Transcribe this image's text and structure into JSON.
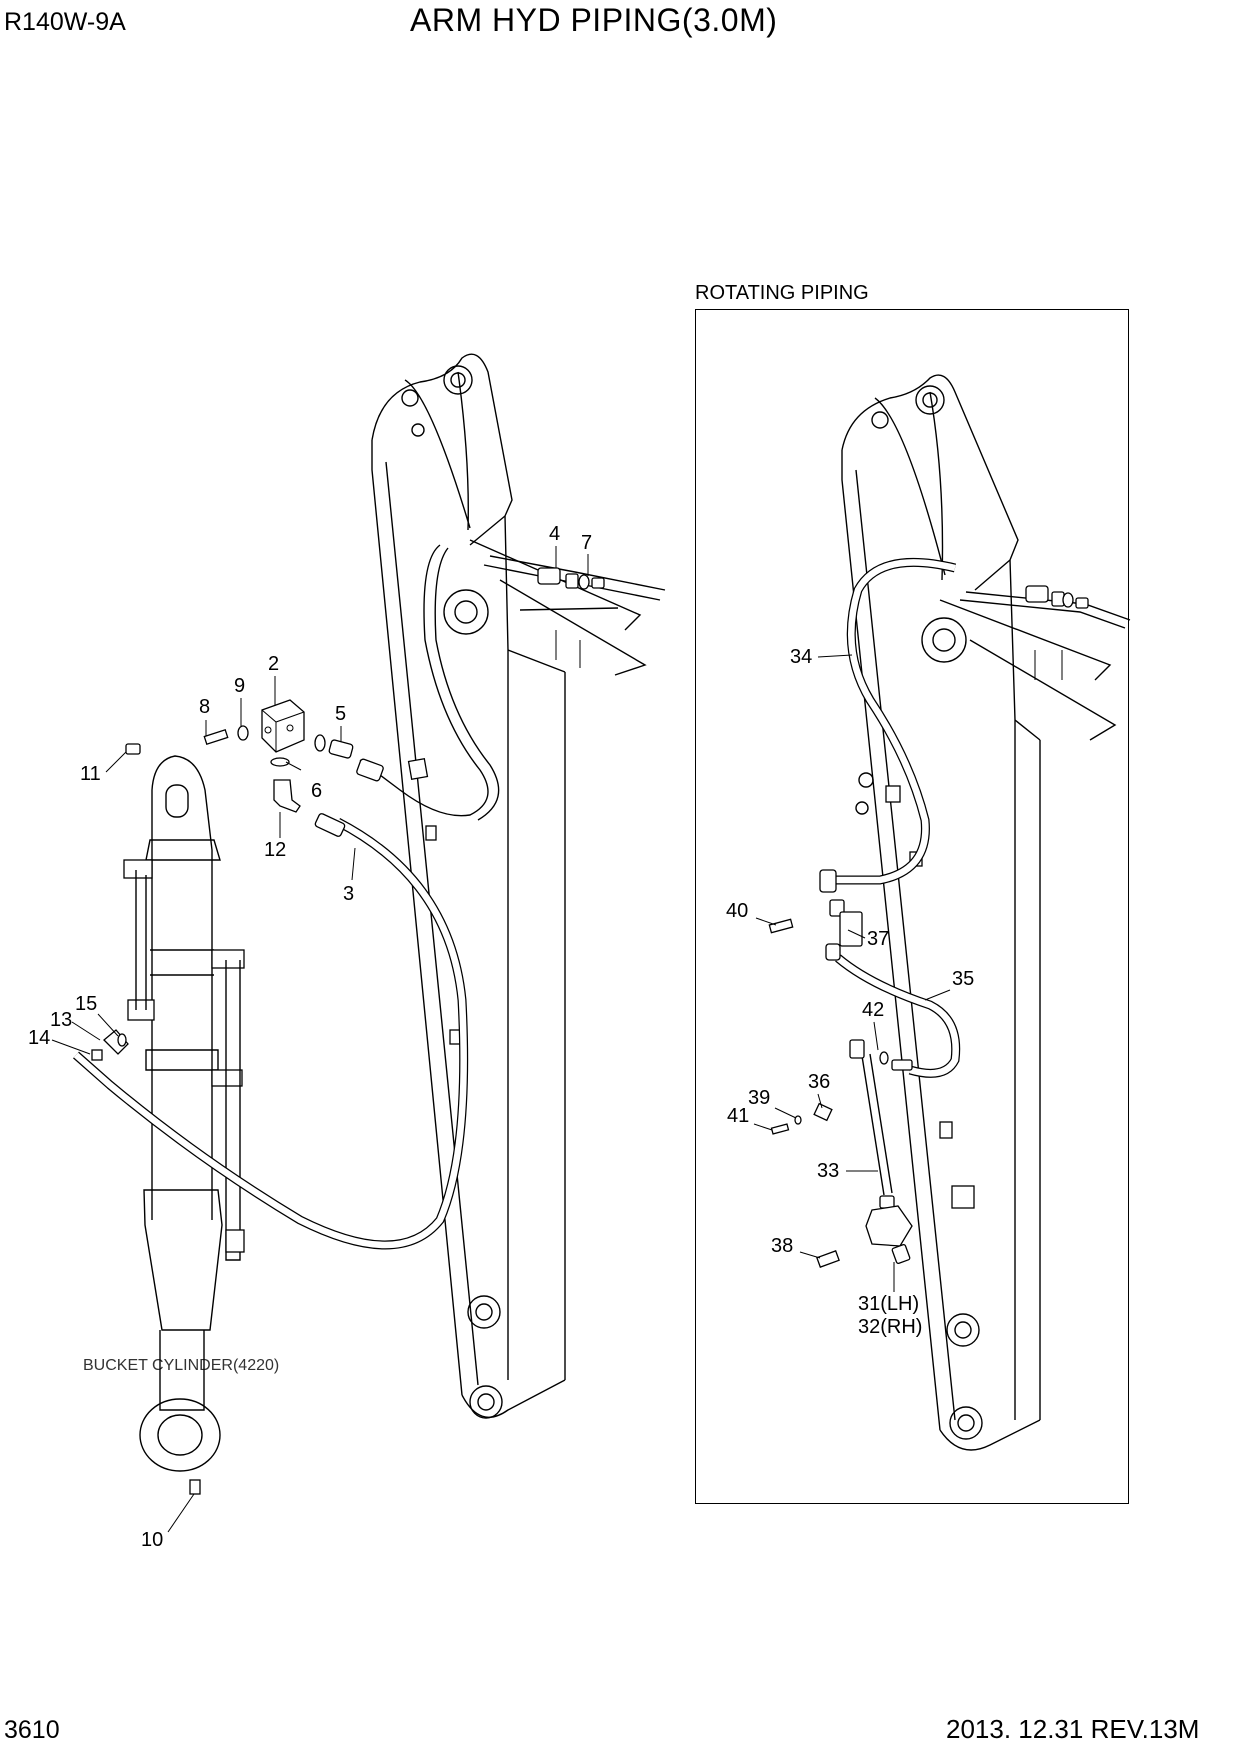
{
  "header": {
    "model": "R140W-9A",
    "title": "ARM HYD PIPING(3.0M)"
  },
  "footer": {
    "page_number": "3610",
    "revision": "2013. 12.31  REV.13M"
  },
  "inset": {
    "caption": "ROTATING PIPING"
  },
  "bucket_cylinder_label": "BUCKET CYLINDER(4220)",
  "callouts_main": [
    "2",
    "3",
    "4",
    "5",
    "6",
    "7",
    "8",
    "9",
    "10",
    "11",
    "12",
    "13",
    "14",
    "15"
  ],
  "callouts_inset": [
    "31(LH)",
    "32(RH)",
    "33",
    "34",
    "35",
    "36",
    "37",
    "38",
    "39",
    "40",
    "41",
    "42"
  ]
}
